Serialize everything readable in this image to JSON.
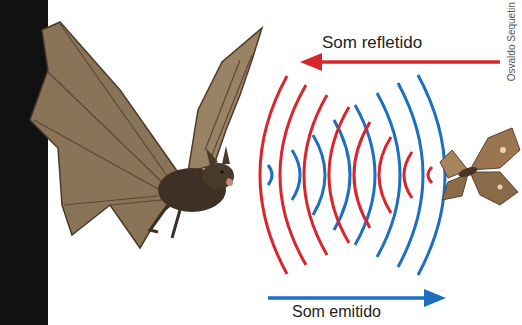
{
  "diagram": {
    "labels": [
      "Som refletido",
      "Som emitido",
      "Osvaldo Sequetin"
    ]
  }
}
